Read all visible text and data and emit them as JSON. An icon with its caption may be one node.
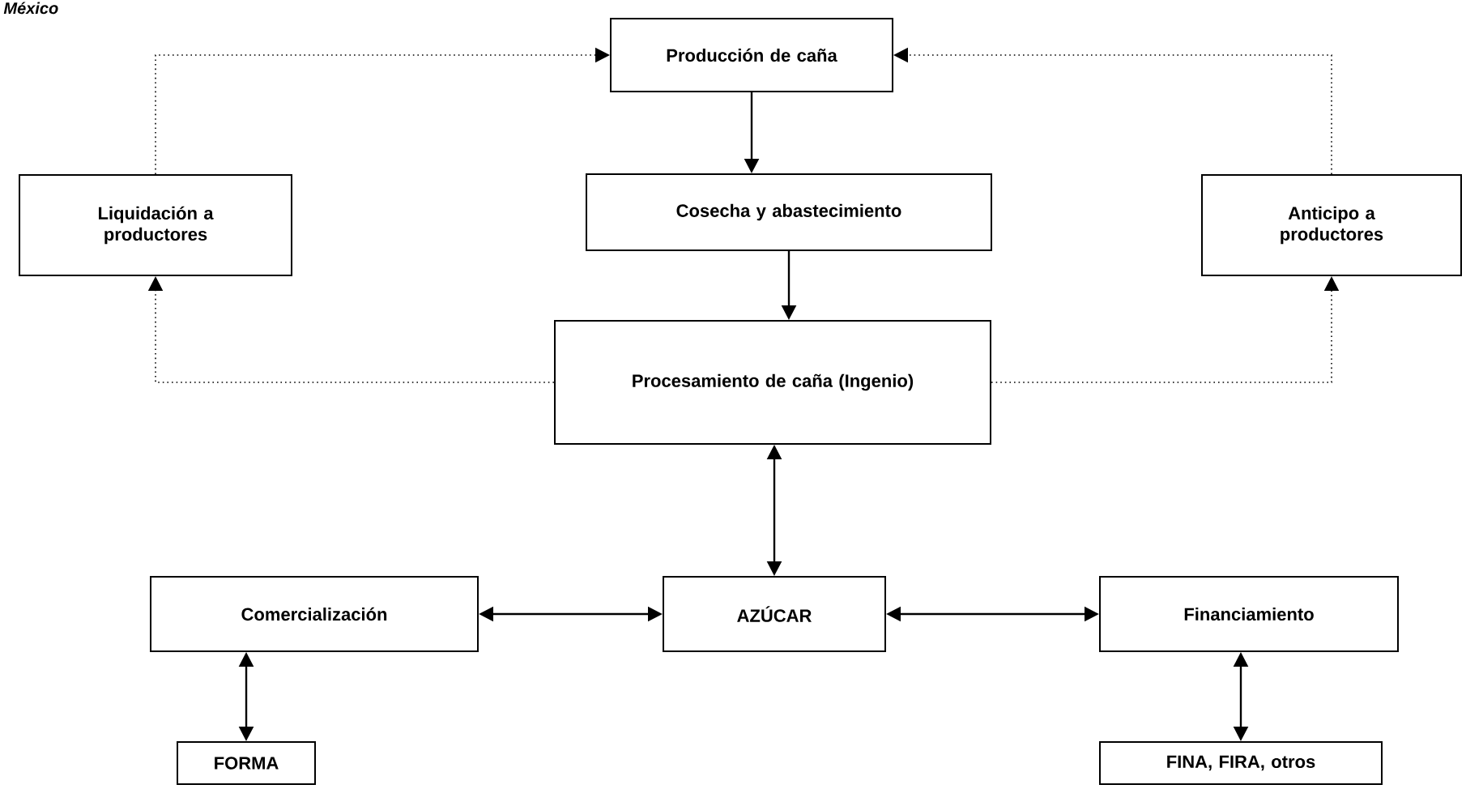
{
  "diagram": {
    "title": "México",
    "nodes": [
      {
        "text": [
          "Producción de caña"
        ]
      },
      {
        "text": [
          "Liquidación a productores"
        ]
      },
      {
        "text": [
          "Cosecha y abastecimiento"
        ]
      },
      {
        "text": [
          "Anticipo a productores"
        ]
      },
      {
        "text": [
          "Procesamiento de caña (Ingenio)"
        ]
      },
      {
        "text": [
          "Comercialización"
        ]
      },
      {
        "text": [
          "AZÚCAR"
        ]
      },
      {
        "text": [
          "Financiamiento"
        ]
      },
      {
        "text": [
          "FORMA"
        ]
      },
      {
        "text": [
          "FINA, FIRA, otros"
        ]
      }
    ],
    "edges": [
      {
        "from": 0,
        "to": 2,
        "arrow": "to"
      },
      {
        "from": 2,
        "to": 4,
        "arrow": "to"
      },
      {
        "from": 1,
        "to": 0,
        "arrow": "to",
        "style": "dashed"
      },
      {
        "from": 3,
        "to": 0,
        "arrow": "to",
        "style": "dashed"
      },
      {
        "from": 4,
        "to": 1,
        "arrow": "to",
        "style": "dashed"
      },
      {
        "from": 4,
        "to": 3,
        "arrow": "to",
        "style": "dashed"
      },
      {
        "from": 4,
        "to": 6,
        "arrow": "both"
      },
      {
        "from": 5,
        "to": 6,
        "arrow": "both"
      },
      {
        "from": 6,
        "to": 7,
        "arrow": "both"
      },
      {
        "from": 5,
        "to": 8,
        "arrow": "both"
      },
      {
        "from": 7,
        "to": 9,
        "arrow": "both"
      }
    ]
  }
}
